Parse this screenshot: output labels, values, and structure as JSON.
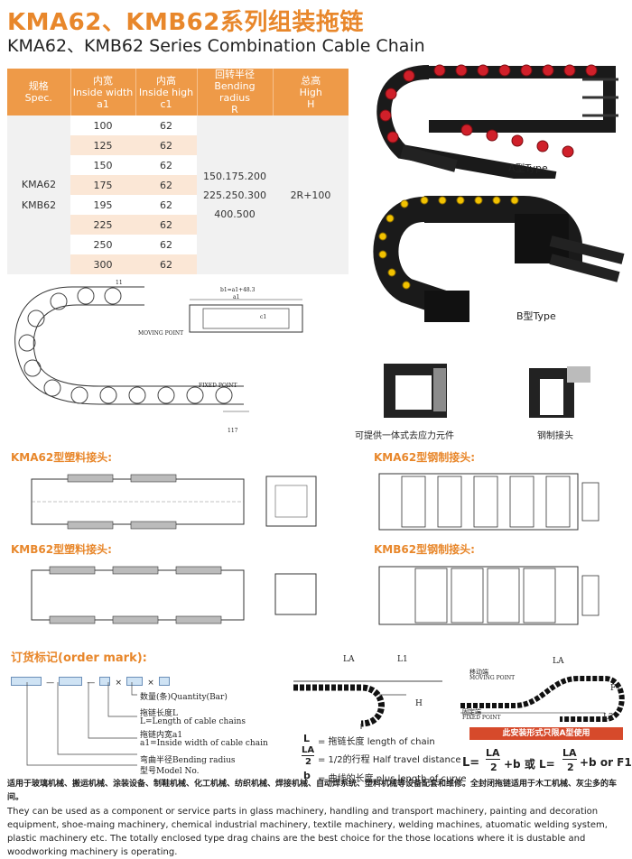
{
  "title_cn": "KMA62、KMB62系列组装拖链",
  "title_en": "KMA62、KMB62 Series Combination Cable Chain",
  "spec_table": {
    "headers": [
      {
        "cn": "规格",
        "en": "Spec."
      },
      {
        "cn": "内宽",
        "en": "Inside width",
        "sym": "a1"
      },
      {
        "cn": "内高",
        "en": "Inside high",
        "sym": "c1"
      },
      {
        "cn": "回转半径",
        "en": "Bending radius",
        "sym": "R"
      },
      {
        "cn": "总高",
        "en": "High",
        "sym": "H"
      }
    ],
    "spec": [
      "KMA62",
      "KMB62"
    ],
    "widths": [
      "100",
      "125",
      "150",
      "175",
      "195",
      "225",
      "250",
      "300"
    ],
    "height": "62",
    "radius": [
      "150.175.200",
      "225.250.300",
      "400.500"
    ],
    "total_high": "2R+100"
  },
  "photos": {
    "a_type": "A型Type",
    "b_type": "B型Type",
    "bracket1": "可提供一体式去应力元件",
    "bracket2": "钢制接头"
  },
  "drawing_labels": {
    "moving_point": "MOVING POINT",
    "fixed_point": "FIXED POINT",
    "b1": "b1=a1+48.3",
    "a1": "a1",
    "c1": "c1",
    "dim117": "117",
    "dim11": "11"
  },
  "sections": {
    "kma_plastic": "KMA62型塑料接头:",
    "kma_steel": "KMA62型钢制接头:",
    "kmb_plastic": "KMB62型塑料接头:",
    "kmb_steel": "KMB62型钢制接头:"
  },
  "order": {
    "title": "订货标记(order mark):",
    "lines": [
      "数量(条)Quantity(Bar)",
      "拖链长度L",
      "L=Length of cable chains",
      "拖链内宽a1",
      "a1=Inside width of cable chain",
      "弯曲半径Bending radius",
      "型号Model No."
    ]
  },
  "legend": {
    "l_sym": "L",
    "l_text": "= 拖链长度  length of chain",
    "la_sym": "LA",
    "la_den": "2",
    "la_text": "= 1/2的行程  Half travel distance",
    "b_sym": "b",
    "b_text": "= 曲线的长度  plus length of curve",
    "banner": "此安装形式只限A型使用",
    "formula_1": "L=",
    "formula_2": "+b 或 L=",
    "formula_3": "+b or F1",
    "diagram_la": "LA",
    "diagram_l1": "L1",
    "diagram_h": "H",
    "diagram_moving": "MOVING POINT",
    "diagram_fixed": "FIXED POINT",
    "diagram_moving_cn": "移动端",
    "diagram_fixed_cn": "固定端",
    "diagram_f1": "F1",
    "diagram_l2": "L2"
  },
  "footer": {
    "cn": "适用于玻璃机械、搬运机械、涂装设备、制鞋机械、化工机械、纺织机械、焊接机械、自动焊系统、塑料机械等设备配套和维修。全封闭拖链适用于木工机械、灰尘多的车间。",
    "en": "They can be used as a component or service parts in glass machinery, handling and transport machinery, painting and decoration equipment, shoe-maing machinery, chemical industrial machinery, textile machinery, welding machines, atuomatic welding system, plastic machinery etc. The totally enclosed type drag chains are the best choice for the those locations where it is dustable and woodworking machinery is operating."
  }
}
